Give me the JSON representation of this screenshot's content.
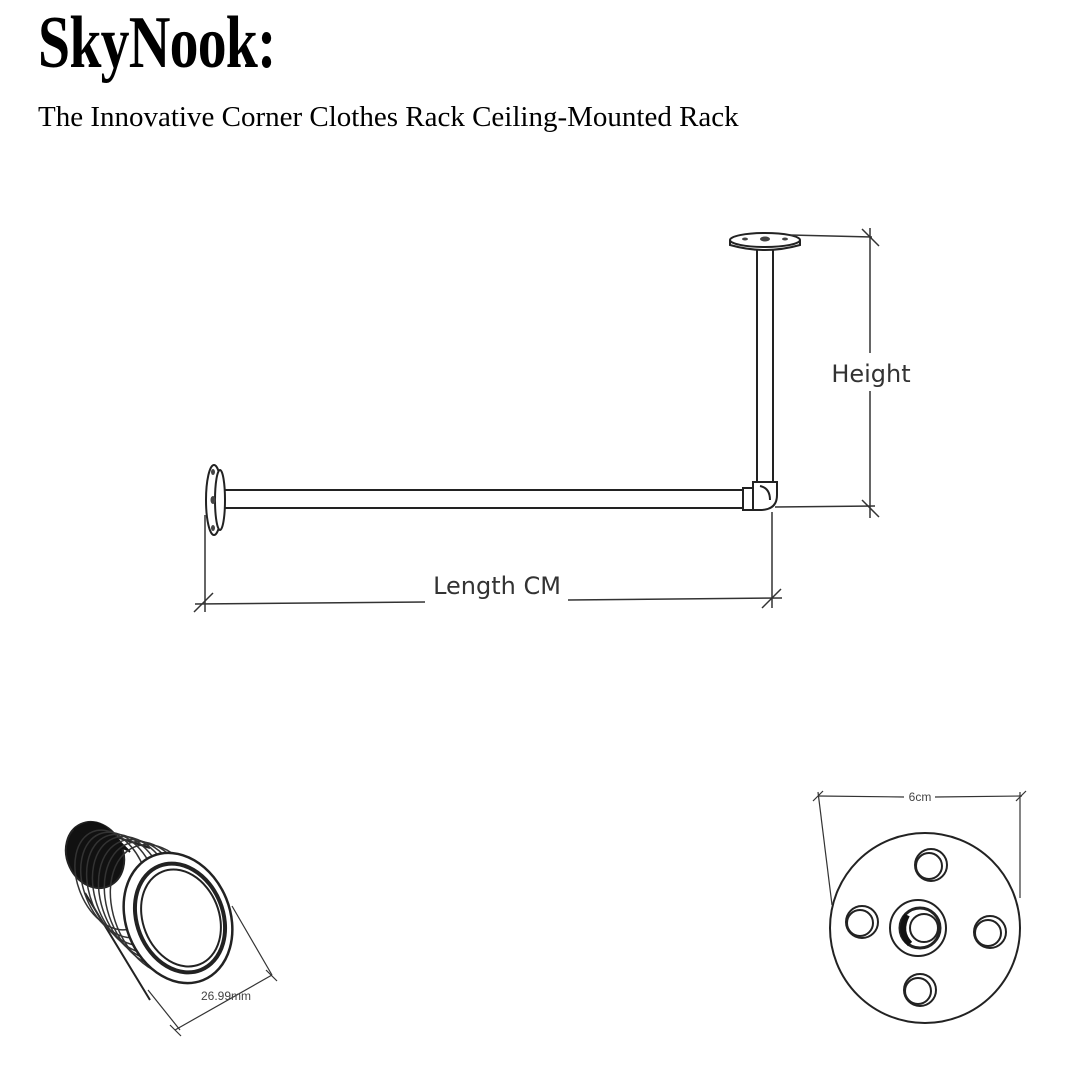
{
  "header": {
    "title": "SkyNook:",
    "subtitle": "The Innovative Corner Clothes Rack Ceiling-Mounted Rack"
  },
  "diagram": {
    "rack": {
      "height_label": "Height",
      "length_label": "Length CM"
    },
    "pipe_end": {
      "diameter_label": "26.99mm"
    },
    "flange": {
      "diameter_label": "6cm"
    }
  }
}
